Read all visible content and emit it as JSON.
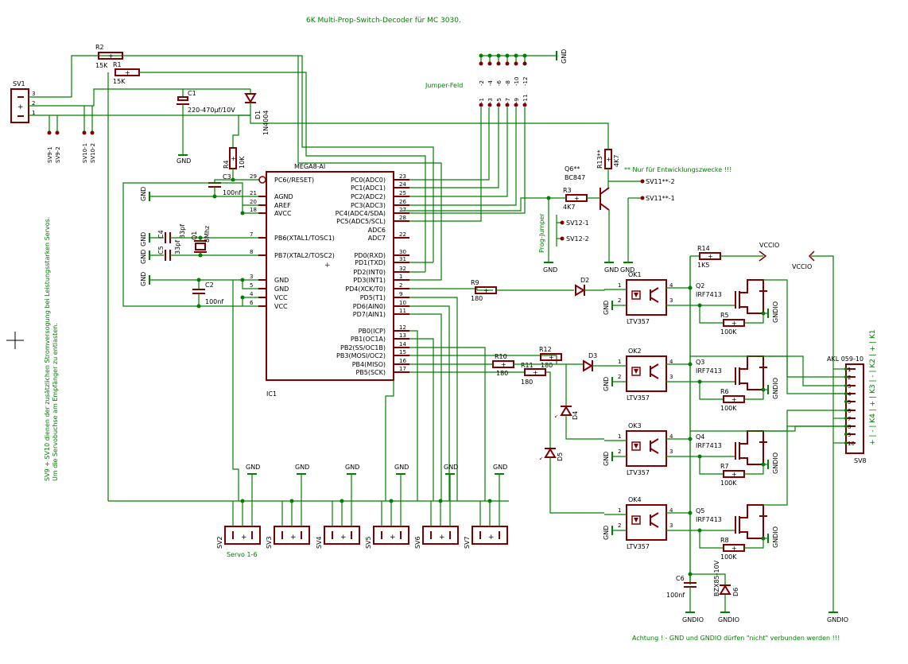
{
  "title": "6K Multi-Prop-Switch-Decoder für MC 3030.",
  "notes": {
    "jumper_field": "Jumper-Feld",
    "prog_jumper": "Prog-Jumper",
    "servo_group": "Servo 1-6",
    "dev_only": "** Nur für Entwicklungszwecke !!!",
    "warning": "Achtung ! - GND und GNDIO dürfen \"nicht\" verbunden werden !!!",
    "side_note_1": "SV9 + SV10 dienen der zusätzlichen Stromversogung bei Leistungsstarken Servos.",
    "side_note_2": "Um die Servobuchse am Empfänger zu entlasten."
  },
  "ic1": {
    "name": "IC1",
    "value": "MEGA8-AI",
    "left_pins": [
      {
        "num": "29",
        "name": "PC6(/RESET)"
      },
      {
        "num": "21",
        "name": "AGND"
      },
      {
        "num": "20",
        "name": "AREF"
      },
      {
        "num": "18",
        "name": "AVCC"
      },
      {
        "num": "7",
        "name": "PB6(XTAL1/TOSC1)"
      },
      {
        "num": "8",
        "name": "PB7(XTAL2/TOSC2)"
      },
      {
        "num": "3",
        "name": "GND"
      },
      {
        "num": "5",
        "name": "GND"
      },
      {
        "num": "4",
        "name": "VCC"
      },
      {
        "num": "6",
        "name": "VCC"
      }
    ],
    "right_pins": [
      {
        "num": "23",
        "name": "PC0(ADC0)"
      },
      {
        "num": "24",
        "name": "PC1(ADC1)"
      },
      {
        "num": "25",
        "name": "PC2(ADC2)"
      },
      {
        "num": "26",
        "name": "PC3(ADC3)"
      },
      {
        "num": "27",
        "name": "PC4(ADC4/SDA)"
      },
      {
        "num": "28",
        "name": "PC5(ADC5/SCL)"
      },
      {
        "num": "",
        "name": "ADC6"
      },
      {
        "num": "22",
        "name": "ADC7"
      },
      {
        "num": "30",
        "name": "PD0(RXD)"
      },
      {
        "num": "31",
        "name": "PD1(TXD)"
      },
      {
        "num": "32",
        "name": "PD2(INT0)"
      },
      {
        "num": "1",
        "name": "PD3(INT1)"
      },
      {
        "num": "2",
        "name": "PD4(XCK/T0)"
      },
      {
        "num": "9",
        "name": "PD5(T1)"
      },
      {
        "num": "10",
        "name": "PD6(AIN0)"
      },
      {
        "num": "11",
        "name": "PD7(AIN1)"
      },
      {
        "num": "12",
        "name": "PB0(ICP)"
      },
      {
        "num": "13",
        "name": "PB1(OC1A)"
      },
      {
        "num": "14",
        "name": "PB2(SS/OC1B)"
      },
      {
        "num": "15",
        "name": "PB3(MOSI/OC2)"
      },
      {
        "num": "16",
        "name": "PB4(MISO)"
      },
      {
        "num": "17",
        "name": "PB5(SCK)"
      }
    ]
  },
  "parts": {
    "sv1": "SV1",
    "sv1_pins": [
      "3",
      "2",
      "1"
    ],
    "sv9": [
      "SV9-1",
      "SV9-2"
    ],
    "sv10": [
      "SV10-1",
      "SV10-2"
    ],
    "r2": "R2",
    "r2_val": "15K",
    "r1": "R1",
    "r1_val": "15K",
    "c1": "C1",
    "c1_val": "220-470µf/10V",
    "d1": "D1",
    "d1_val": "1N4004",
    "r4": "R4",
    "r4_val": "10K",
    "c3": "C3",
    "c3_val": "100nf",
    "c4": "C4",
    "c4_val": "33pf",
    "c5": "C5",
    "c5_val": "33pf",
    "q1": "Q1",
    "q1_val": "8Mhz",
    "c2": "C2",
    "c2_val": "100nf",
    "q6": "Q6**",
    "q6_val": "BC847",
    "r3": "R3",
    "r3_val": "4K7",
    "r13": "R13**",
    "r13_val": "4K7",
    "sv11": [
      "SV11**-2",
      "SV11**-1"
    ],
    "sv12": [
      "SV12-1",
      "SV12-2"
    ],
    "r14": "R14",
    "r14_val": "1K5",
    "r9": "R9",
    "r9_val": "180",
    "r10": "R10",
    "r10_val": "180",
    "r11": "R11",
    "r11_val": "180",
    "r12": "R12",
    "r12_val": "180",
    "d2": "D2",
    "d3": "D3",
    "d4": "D4",
    "d5": "D5",
    "ok": [
      "OK1",
      "OK2",
      "OK3",
      "OK4"
    ],
    "ok_val": "LTV357",
    "q": [
      "Q2",
      "Q3",
      "Q4",
      "Q5"
    ],
    "q_val": "IRF7413",
    "r_gate": [
      "R5",
      "R6",
      "R7",
      "R8"
    ],
    "r_gate_val": "100K",
    "c6": "C6",
    "c6_val": "100nf",
    "d6": "D6",
    "d6_val": "BZX85-10V",
    "sv8": "SV8",
    "sv8_val": "AKL 059-10",
    "sv8_pins": [
      "1",
      "2",
      "3",
      "4",
      "5",
      "6",
      "7",
      "8",
      "9",
      "10"
    ],
    "sv8_side": "+ | - | K4 | + | K3 | - | K2 | + | K1",
    "servos": [
      "SV2",
      "SV3",
      "SV4",
      "SV5",
      "SV6",
      "SV7"
    ],
    "jumper_pins_top": [
      "-2",
      "-4",
      "-6",
      "-8",
      "-10",
      "-12"
    ],
    "jumper_pins_bottom": [
      "-1",
      "-3",
      "-5",
      "-7",
      "-9",
      "-11"
    ]
  },
  "supply": {
    "gnd": "GND",
    "gndio": "GNDIO",
    "vccio": "VCCIO"
  }
}
